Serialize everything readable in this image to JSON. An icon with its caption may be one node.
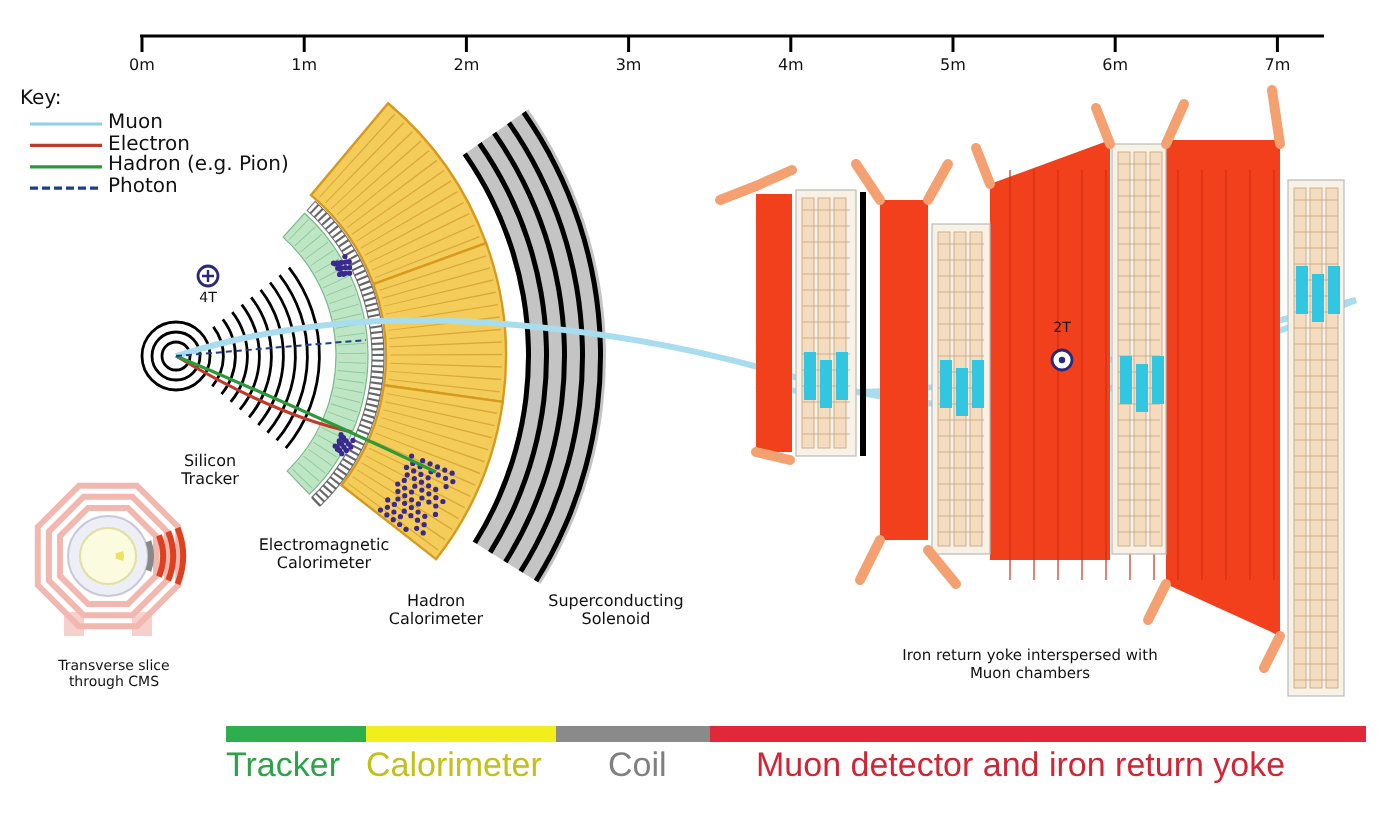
{
  "diagram": {
    "labels": [
      "0m",
      "1m",
      "2m",
      "3m",
      "4m",
      "5m",
      "6m",
      "7m",
      "Key:",
      "4T",
      "2T",
      "Silicon Tracker",
      "Electromagnetic Calorimeter",
      "Hadron Calorimeter",
      "Superconducting Solenoid",
      "Transverse slice through CMS",
      "Iron return yoke interspersed with Muon chambers"
    ],
    "legend": [
      {
        "text": "Muon"
      },
      {
        "text": "Electron"
      },
      {
        "text": "Hadron (e.g. Pion)"
      },
      {
        "text": "Photon"
      },
      {
        "text": "Tracker",
        "color": "#2fae4e"
      },
      {
        "text": "Calorimeter",
        "color": "#f2ee1c"
      },
      {
        "text": "Coil",
        "color": "#8a8a8a"
      },
      {
        "text": "Muon detector and iron return yoke",
        "color": "#e0283a"
      }
    ]
  }
}
